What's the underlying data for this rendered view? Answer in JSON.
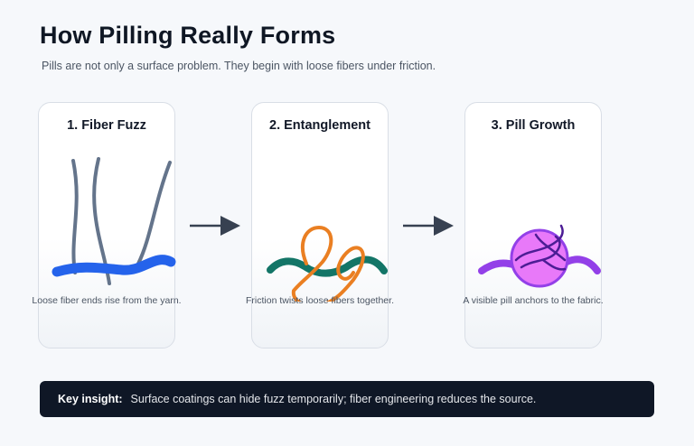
{
  "header": {
    "title": "How Pilling Really Forms",
    "subtitle": "Pills are not only a surface problem. They begin with loose fibers under friction."
  },
  "stages": [
    {
      "title": "1. Fiber Fuzz",
      "caption": "Loose fiber ends rise from the yarn.",
      "colors": {
        "yarn": "#2563eb",
        "fiber": "#64748b"
      }
    },
    {
      "title": "2. Entanglement",
      "caption": "Friction twists loose fibers together.",
      "colors": {
        "yarn": "#137567",
        "fiber": "#ea7f22"
      }
    },
    {
      "title": "3. Pill Growth",
      "caption": "A visible pill anchors to the fabric.",
      "colors": {
        "yarn": "#9340e8",
        "pill": "#e879f9",
        "fiber": "#4c1d95"
      }
    }
  ],
  "insight": {
    "label": "Key insight:",
    "text": "Surface coatings can hide fuzz temporarily; fiber engineering reduces the source."
  },
  "colors": {
    "background": "#f6f8fb",
    "arrow": "#374151",
    "insight_background": "#0f1726"
  }
}
